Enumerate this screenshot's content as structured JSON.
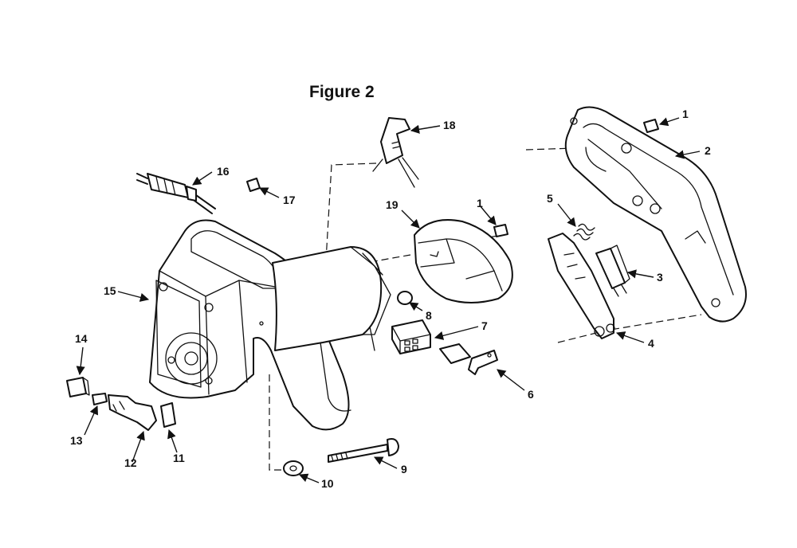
{
  "title": "Figure 2",
  "callouts": [
    "1",
    "2",
    "3",
    "4",
    "5",
    "6",
    "7",
    "8",
    "9",
    "10",
    "11",
    "12",
    "13",
    "14",
    "15",
    "16",
    "17",
    "18",
    "19"
  ],
  "colors": {
    "ink": "#111111",
    "paper": "#ffffff"
  }
}
